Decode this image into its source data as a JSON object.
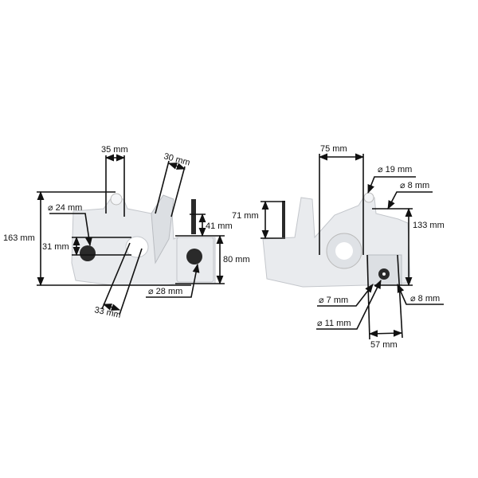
{
  "left_view": {
    "labels": {
      "width_top": "35 mm",
      "width_angled_top": "30 mm",
      "height_total": "163 mm",
      "hole_diameter": "⌀ 24 mm",
      "hole_spacing": "31 mm",
      "width_angled_bottom": "33 mm",
      "tank_neck_height": "41 mm",
      "tank_height": "80 mm",
      "tank_opening_diameter": "⌀ 28 mm"
    }
  },
  "right_view": {
    "labels": {
      "handle_height": "71 mm",
      "width_top": "75 mm",
      "hole_diameter_top": "⌀ 19 mm",
      "hole_diameter_small_top": "⌀ 8 mm",
      "height": "133 mm",
      "hole_diameter_7": "⌀ 7 mm",
      "hole_diameter_11": "⌀ 11 mm",
      "hole_diameter_8": "⌀ 8 mm",
      "bar_mount_width": "57 mm"
    }
  },
  "colors": {
    "housing": "#e9ebee",
    "dimension_lines": "#111111"
  }
}
